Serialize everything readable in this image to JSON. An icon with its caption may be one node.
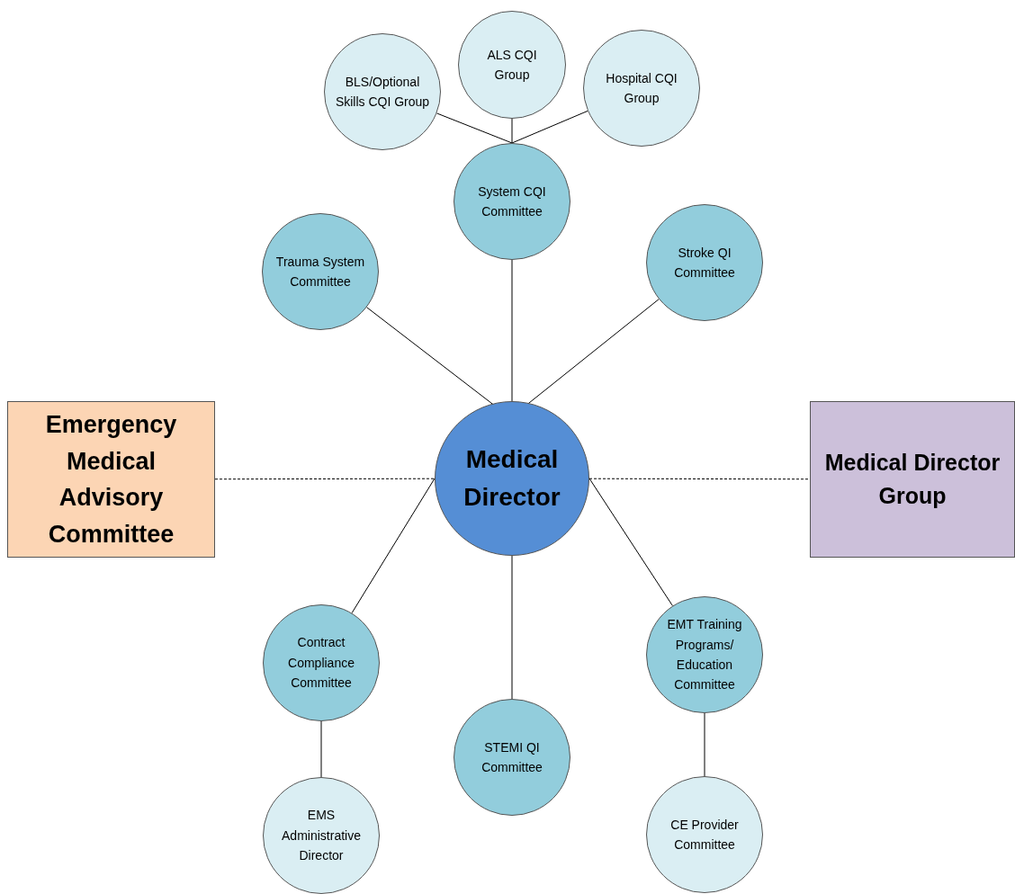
{
  "diagram": {
    "nodes": [
      {
        "text": [
          "ALS CQI Group"
        ]
      },
      {
        "text": [
          "BLS/Optional Skills CQI Group"
        ]
      },
      {
        "text": [
          "Hospital CQI Group"
        ]
      },
      {
        "text": [
          "System CQI Committee"
        ]
      },
      {
        "text": [
          "Stroke QI Committee"
        ]
      },
      {
        "text": [
          "Trauma System Committee"
        ]
      },
      {
        "text": [
          "Emergency Medical Advisory Committee"
        ]
      },
      {
        "text": [
          "Medical Director"
        ]
      },
      {
        "text": [
          "Medical Director Group"
        ]
      },
      {
        "text": [
          "EMT Training Programs/ Education Committee"
        ]
      },
      {
        "text": [
          "Contract Compliance Committee"
        ]
      },
      {
        "text": [
          "STEMI QI Committee"
        ]
      },
      {
        "text": [
          "CE Provider Committee"
        ]
      },
      {
        "text": [
          "EMS Administrative Director"
        ]
      }
    ],
    "edges": [
      {
        "from": 1,
        "to": 3,
        "arrow": "none"
      },
      {
        "from": 0,
        "to": 3,
        "arrow": "none"
      },
      {
        "from": 2,
        "to": 3,
        "arrow": "none"
      },
      {
        "from": 3,
        "to": 7,
        "arrow": "none"
      },
      {
        "from": 5,
        "to": 7,
        "arrow": "none"
      },
      {
        "from": 4,
        "to": 7,
        "arrow": "none"
      },
      {
        "from": 6,
        "to": 7,
        "arrow": "none",
        "style": "dashed"
      },
      {
        "from": 7,
        "to": 8,
        "arrow": "none",
        "style": "dashed"
      },
      {
        "from": 10,
        "to": 7,
        "arrow": "none"
      },
      {
        "from": 9,
        "to": 7,
        "arrow": "none"
      },
      {
        "from": 11,
        "to": 7,
        "arrow": "none"
      },
      {
        "from": 10,
        "to": 13,
        "arrow": "none"
      },
      {
        "from": 9,
        "to": 12,
        "arrow": "none"
      }
    ]
  }
}
